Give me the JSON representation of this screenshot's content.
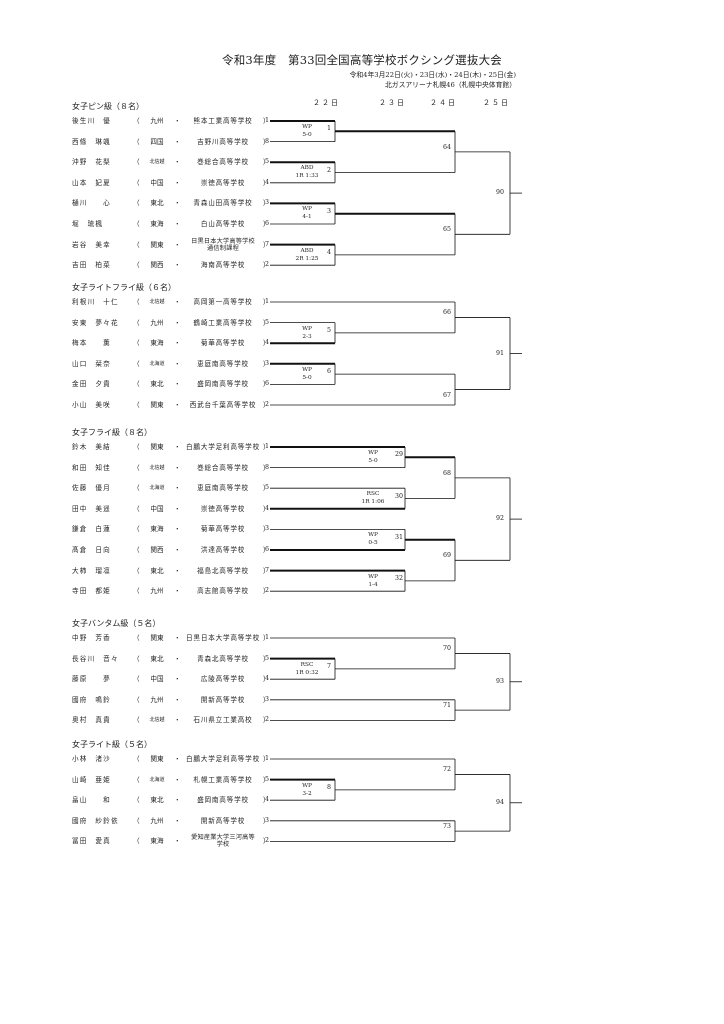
{
  "title": "令和3年度　第33回全国高等学校ボクシング選抜大会",
  "date": "令和4年3月22日(火)・23日(水)・24日(木)・25日(金)",
  "venue": "北ガスアリーナ札幌46（札幌中央体育館）",
  "days": [
    "２２日",
    "２３日",
    "２４日",
    "２５日"
  ],
  "classes": [
    {
      "name": "女子ピン級（８名）",
      "entries": [
        {
          "name": "後生川　優",
          "region": "九州",
          "school": "熊本工業高等学校",
          "seed": "1"
        },
        {
          "name": "西條　琳颯",
          "region": "四国",
          "school": "吉野川高等学校",
          "seed": "8"
        },
        {
          "name": "沖野　花梨",
          "region": "北信越",
          "school": "巻総合高等学校",
          "seed": "5"
        },
        {
          "name": "山本　妃夏",
          "region": "中国",
          "school": "崇徳高等学校",
          "seed": "4"
        },
        {
          "name": "樋川　　心",
          "region": "東北",
          "school": "青森山田高等学校",
          "seed": "3"
        },
        {
          "name": "堀　琉楓",
          "region": "東海",
          "school": "白山高等学校",
          "seed": "6"
        },
        {
          "name": "岩谷　美幸",
          "region": "関東",
          "school": "日黒日本大学高等学校\n通信制課程",
          "seed": "7"
        },
        {
          "name": "吉田　柏菜",
          "region": "関西",
          "school": "海南高等学校",
          "seed": "2"
        }
      ],
      "r1": [
        {
          "no": "1",
          "result": "WP\n5-0"
        },
        {
          "no": "2",
          "result": "ABD\n1R 1:33"
        },
        {
          "no": "3",
          "result": "WP\n4-1"
        },
        {
          "no": "4",
          "result": "ABD\n2R 1:25"
        }
      ],
      "r2": [
        "64",
        "65"
      ],
      "final": "90"
    },
    {
      "name": "女子ライトフライ級（６名）",
      "entries": [
        {
          "name": "利根川　十仁",
          "region": "北信越",
          "school": "高岡第一高等学校",
          "seed": "1"
        },
        {
          "name": "安東　夢々花",
          "region": "九州",
          "school": "鶴崎工業高等学校",
          "seed": "5"
        },
        {
          "name": "梅本　　薫",
          "region": "東海",
          "school": "菊華高等学校",
          "seed": "4"
        },
        {
          "name": "山口　栞奈",
          "region": "北海道",
          "school": "恵庭南高等学校",
          "seed": "3"
        },
        {
          "name": "金田　夕貴",
          "region": "東北",
          "school": "盛岡南高等学校",
          "seed": "6"
        },
        {
          "name": "小山　美咲",
          "region": "関東",
          "school": "西武台千葉高等学校",
          "seed": "2"
        }
      ],
      "r1": [
        {
          "no": "5",
          "result": "WP\n2-3"
        },
        {
          "no": "6",
          "result": "WP\n5-0"
        }
      ],
      "r2": [
        "66",
        "67"
      ],
      "final": "91"
    },
    {
      "name": "女子フライ級（８名）",
      "entries": [
        {
          "name": "鈴木　美結",
          "region": "関東",
          "school": "白鵬大学足利高等学校",
          "seed": "1"
        },
        {
          "name": "和田　知佳",
          "region": "北信越",
          "school": "巻総合高等学校",
          "seed": "8"
        },
        {
          "name": "佐藤　優月",
          "region": "北海道",
          "school": "恵庭南高等学校",
          "seed": "5"
        },
        {
          "name": "田中　美遥",
          "region": "中国",
          "school": "崇徳高等学校",
          "seed": "4"
        },
        {
          "name": "鎌倉　白蓮",
          "region": "東海",
          "school": "菊華高等学校",
          "seed": "3"
        },
        {
          "name": "髙倉　日向",
          "region": "関西",
          "school": "洪達高等学校",
          "seed": "6"
        },
        {
          "name": "大柿　瑠凛",
          "region": "東北",
          "school": "福島北高等学校",
          "seed": "7"
        },
        {
          "name": "寺田　都姫",
          "region": "九州",
          "school": "高志館高等学校",
          "seed": "2"
        }
      ],
      "r2m": [
        {
          "no": "29",
          "result": "WP\n5-0"
        },
        {
          "no": "30",
          "result": "RSC\n1R 1:06"
        },
        {
          "no": "31",
          "result": "WP\n0-5"
        },
        {
          "no": "32",
          "result": "WP\n1-4"
        }
      ],
      "r3": [
        "68",
        "69"
      ],
      "final": "92"
    },
    {
      "name": "女子バンタム級（５名）",
      "entries": [
        {
          "name": "中野　芳香",
          "region": "関東",
          "school": "日黒日本大学高等学校",
          "seed": "1"
        },
        {
          "name": "長谷川　音々",
          "region": "東北",
          "school": "青森北高等学校",
          "seed": "5"
        },
        {
          "name": "藤原　　夢",
          "region": "中国",
          "school": "広陵高等学校",
          "seed": "4"
        },
        {
          "name": "國府　鳴鈴",
          "region": "九州",
          "school": "開新高等学校",
          "seed": "3"
        },
        {
          "name": "奥村　真貴",
          "region": "北信越",
          "school": "石川県立工業高校",
          "seed": "2"
        }
      ],
      "r1": [
        {
          "no": "7",
          "result": "RSC\n1R 0:32"
        }
      ],
      "r2": [
        "70",
        "71"
      ],
      "final": "93"
    },
    {
      "name": "女子ライト級（５名）",
      "entries": [
        {
          "name": "小林　渚沙",
          "region": "関東",
          "school": "白鵬大学足利高等学校",
          "seed": "1"
        },
        {
          "name": "山崎　亜姫",
          "region": "北海道",
          "school": "札幌工業高等学校",
          "seed": "5"
        },
        {
          "name": "畠山　　和",
          "region": "東北",
          "school": "盛岡南高等学校",
          "seed": "4"
        },
        {
          "name": "國府　紗鈴依",
          "region": "九州",
          "school": "開新高等学校",
          "seed": "3"
        },
        {
          "name": "冨田　愛真",
          "region": "東海",
          "school": "愛知産業大学三河高等\n学校",
          "seed": "2"
        }
      ],
      "r1": [
        {
          "no": "8",
          "result": "WP\n3-2"
        }
      ],
      "r2": [
        "72",
        "73"
      ],
      "final": "94"
    }
  ]
}
